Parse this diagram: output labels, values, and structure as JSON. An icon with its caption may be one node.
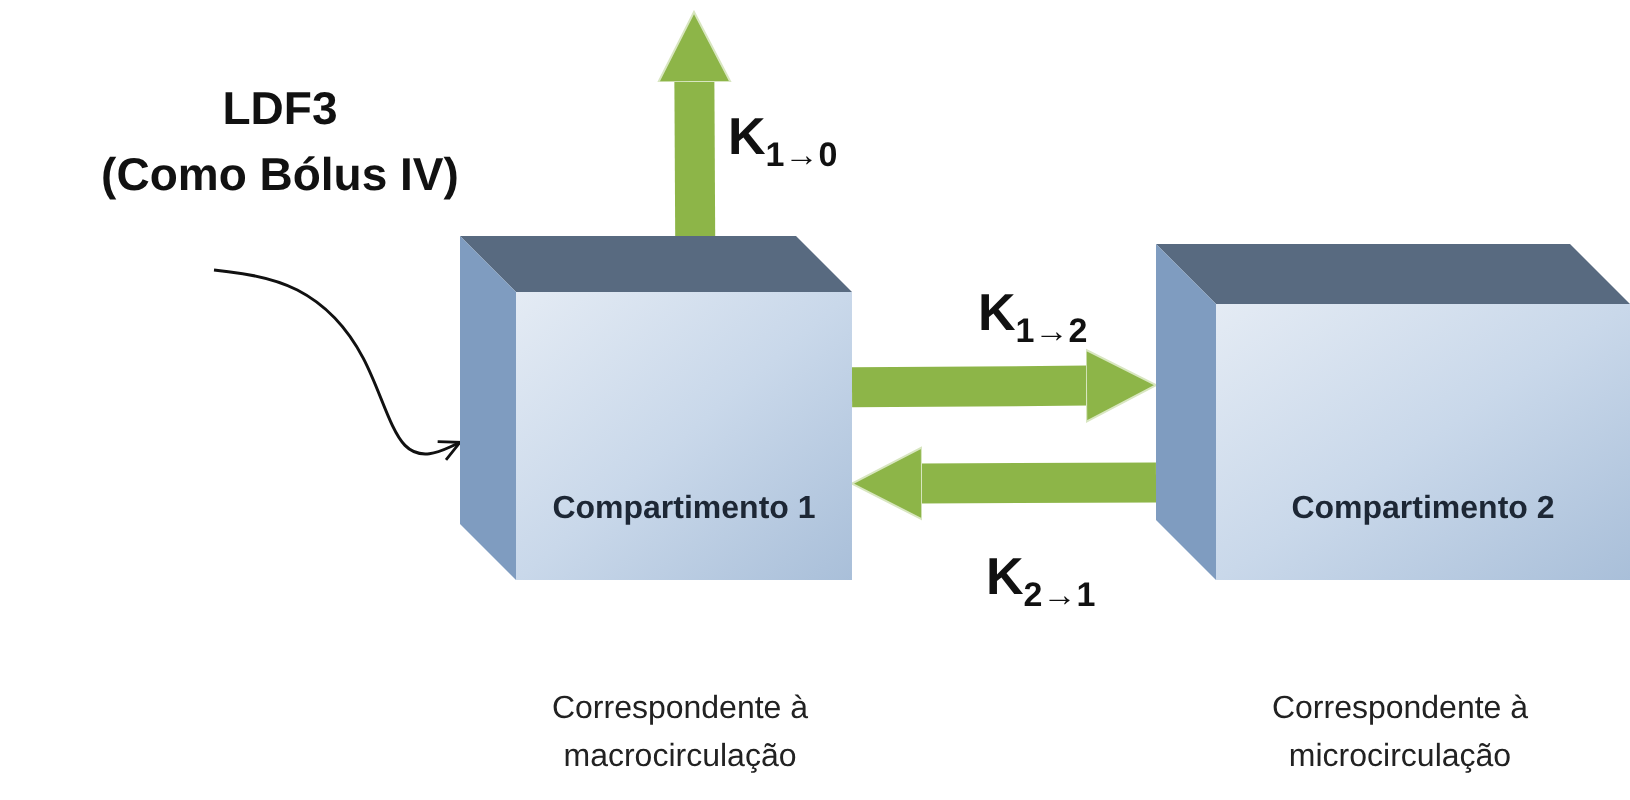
{
  "diagram": {
    "nodes": [
      {
        "text": [
          "LDF3",
          "(Como Bólus IV)"
        ]
      },
      {
        "text": [
          "Compartimento 1"
        ],
        "beside": [
          "Correspondente à macrocirculação"
        ]
      },
      {
        "text": [
          "Compartimento 2"
        ],
        "beside": [
          "Correspondente à microcirculação"
        ]
      }
    ],
    "edges": [
      {
        "from": 0,
        "to": 1,
        "arrow": "to",
        "color": "#111111"
      },
      {
        "from": 1,
        "to": null,
        "arrow": "to",
        "label": "K$_{1→0}$"
      },
      {
        "from": 1,
        "to": 2,
        "arrow": "to",
        "label": "K$_{1→2}$"
      },
      {
        "from": 2,
        "to": 1,
        "arrow": "to",
        "label": "K$_{2→1}$"
      }
    ]
  }
}
